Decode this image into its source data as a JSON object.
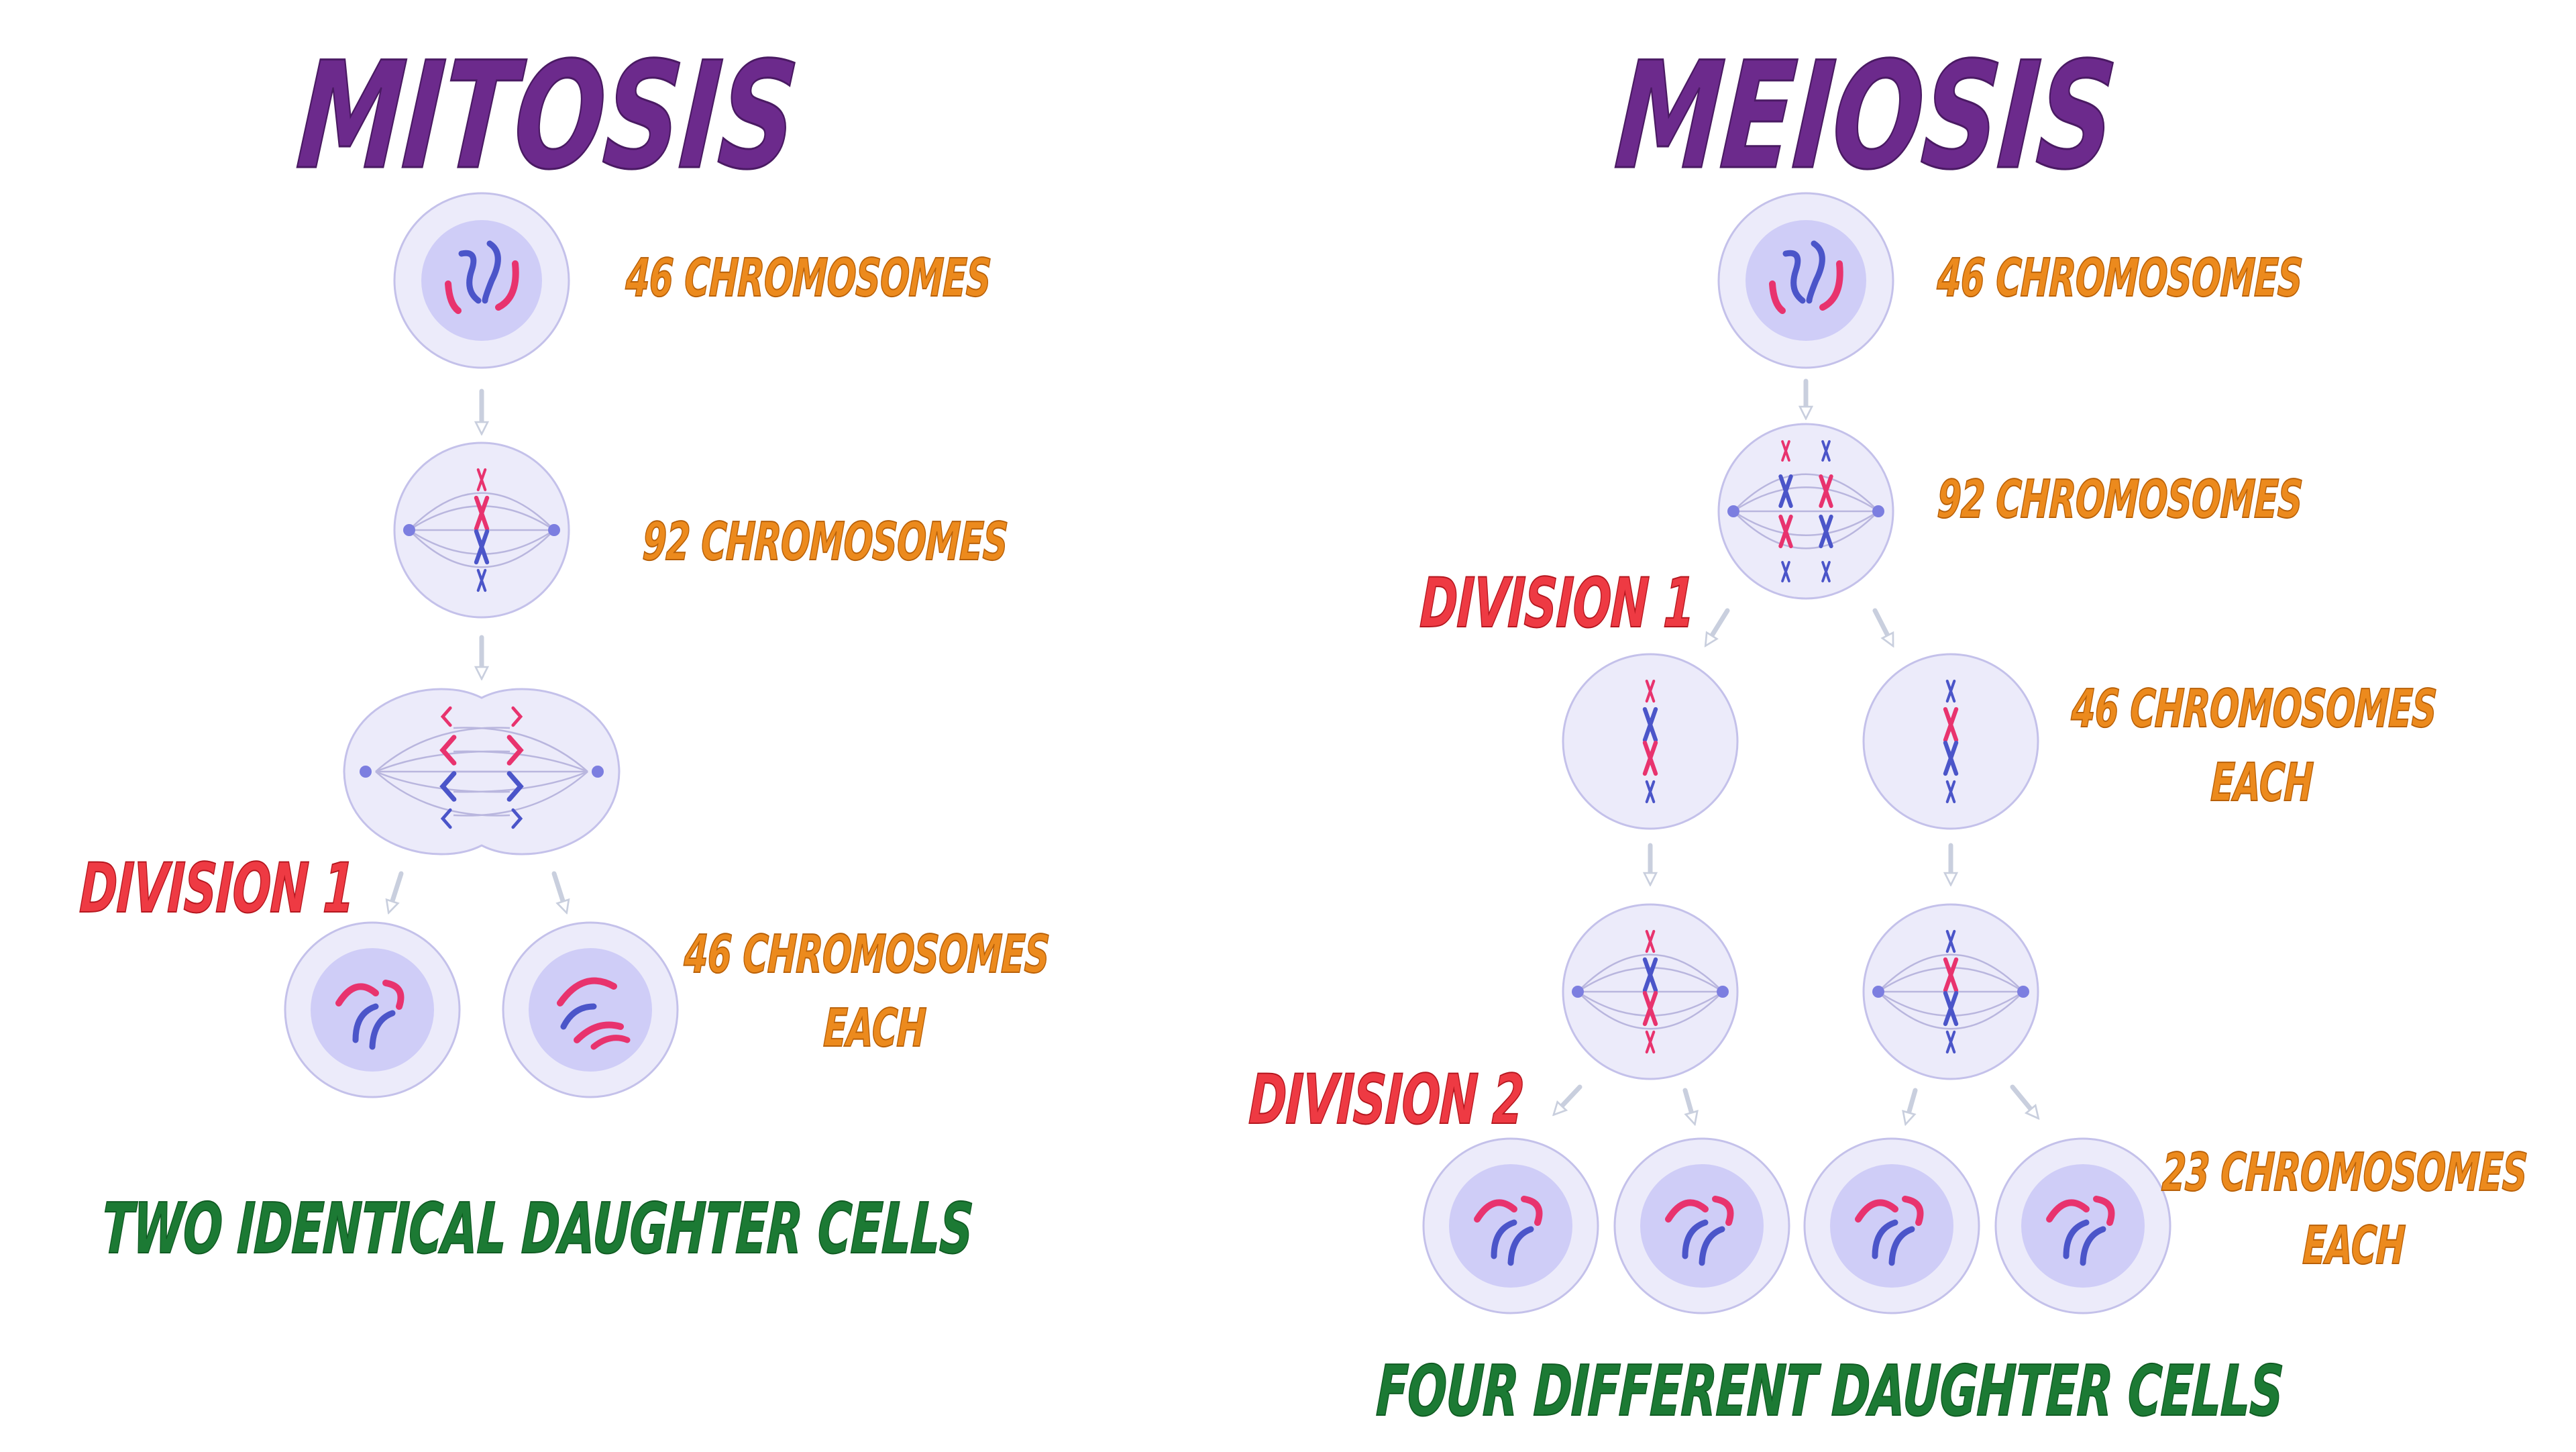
{
  "mitosis": {
    "title": "MITOSIS",
    "label_start": "46 CHROMOSOMES",
    "label_metaphase": "92 CHROMOSOMES",
    "division_label": "DIVISION 1",
    "label_daughters_line1": "46 CHROMOSOMES",
    "label_daughters_line2": "EACH",
    "summary": "TWO IDENTICAL DAUGHTER CELLS"
  },
  "meiosis": {
    "title": "MEIOSIS",
    "label_start": "46 CHROMOSOMES",
    "label_metaphase": "92 CHROMOSOMES",
    "division1_label": "DIVISION 1",
    "label_division1_line1": "46 CHROMOSOMES",
    "label_division1_line2": "EACH",
    "division2_label": "DIVISION 2",
    "label_division2_line1": "23 CHROMOSOMES",
    "label_division2_line2": "EACH",
    "summary": "FOUR DIFFERENT DAUGHTER CELLS"
  },
  "colors": {
    "title": "#6c2a8c",
    "chromosome_count": "#ec8a1d",
    "division": "#ee3a43",
    "summary": "#1c7a34",
    "chromosome_red": "#e8336e",
    "chromosome_blue": "#4b55c9",
    "cell_outer": "#ecebfa",
    "cell_nucleus": "#cfcdf7",
    "arrow": "#c9cfde"
  }
}
